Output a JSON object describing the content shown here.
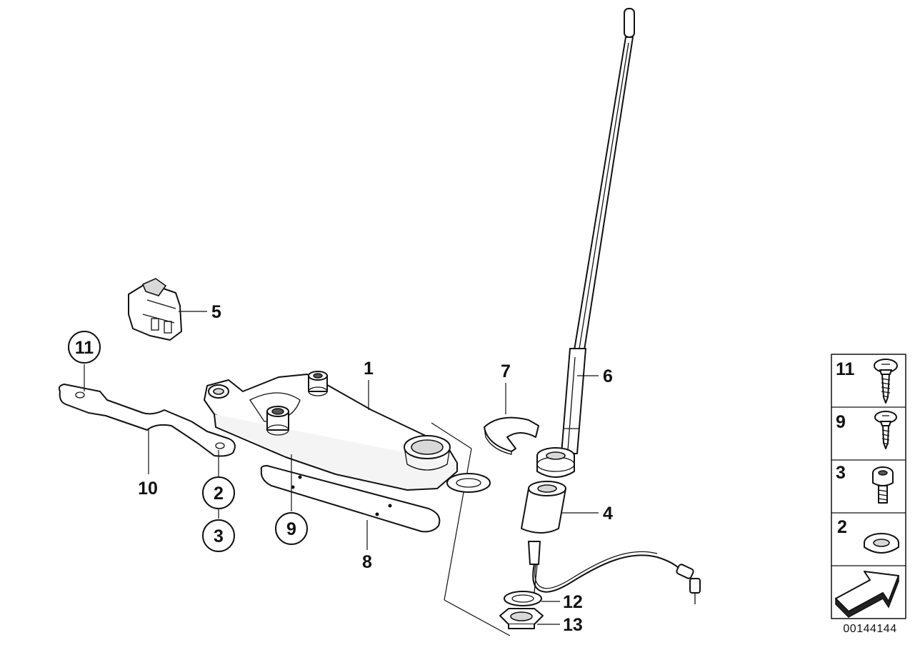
{
  "callouts": {
    "c1": "1",
    "c2": "2",
    "c3": "3",
    "c4": "4",
    "c5": "5",
    "c6": "6",
    "c7": "7",
    "c8": "8",
    "c9": "9",
    "c10": "10",
    "c11": "11",
    "c12": "12",
    "c13": "13"
  },
  "legend": {
    "items": [
      {
        "number": "11",
        "icon": "screw-long-icon"
      },
      {
        "number": "9",
        "icon": "screw-short-icon"
      },
      {
        "number": "3",
        "icon": "torx-bolt-icon"
      },
      {
        "number": "2",
        "icon": "washer-icon"
      }
    ],
    "arrow_icon": "direction-arrow-icon"
  },
  "diagram_id": "00144144"
}
